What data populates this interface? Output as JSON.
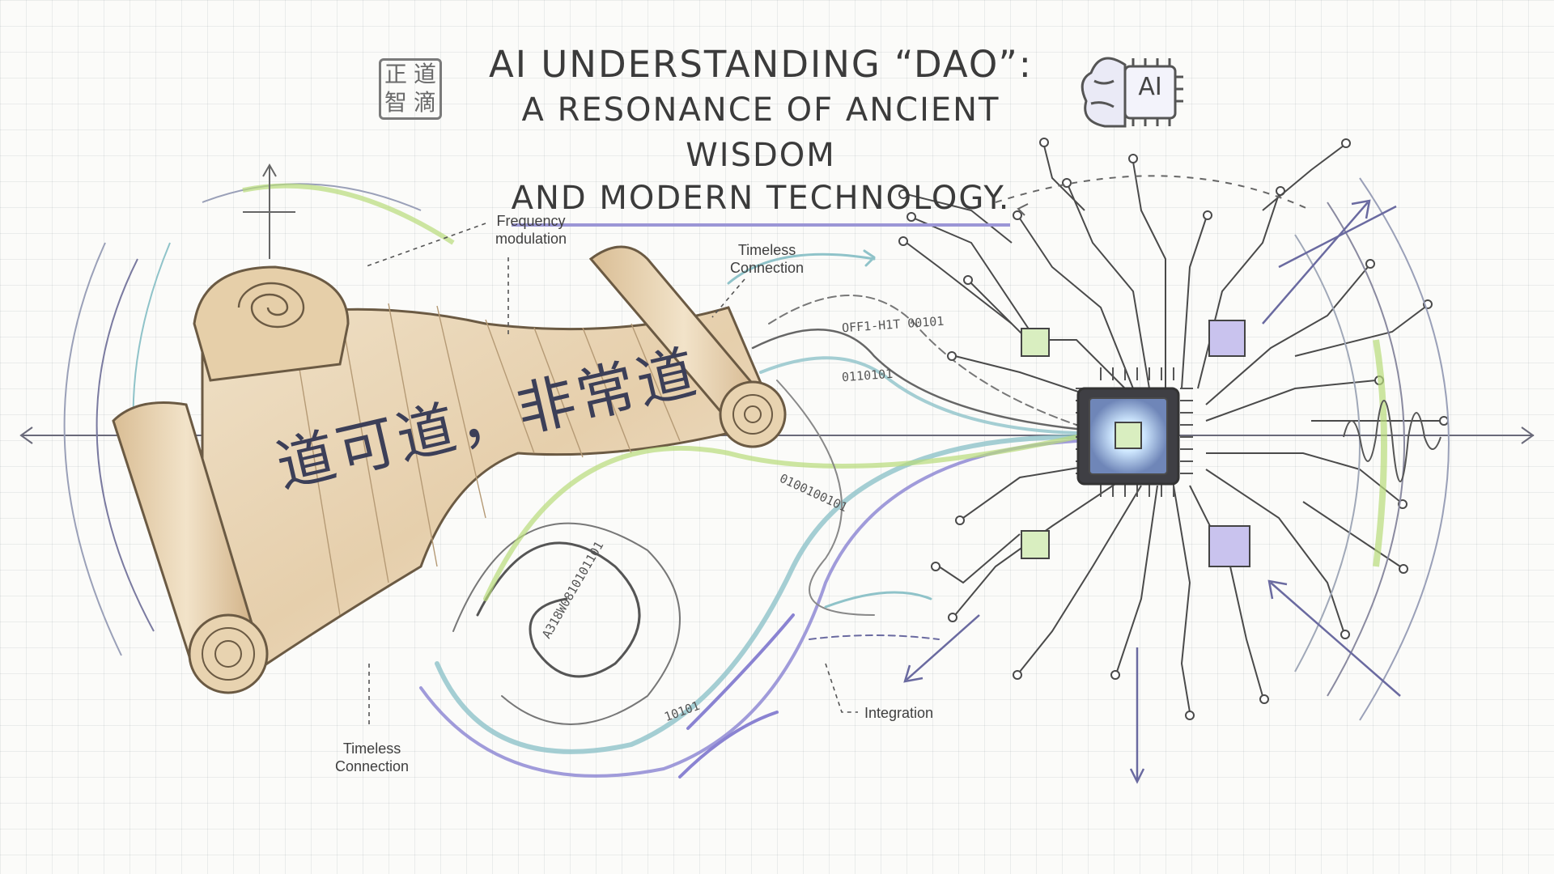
{
  "title": {
    "line1": "AI Understanding “DAO”:",
    "line2": "A Resonance of Ancient Wisdom",
    "line3": "and Modern Technology."
  },
  "seal_chars": [
    "正",
    "道",
    "智",
    "滴"
  ],
  "ai_badge": "AI",
  "scroll_text": "道可道，非常道",
  "annotations": {
    "frequency_modulation": [
      "Frequency",
      "modulation"
    ],
    "timeless_connection_top": [
      "Timeless",
      "Connection"
    ],
    "timeless_connection_bottom": [
      "Timeless",
      "Connection"
    ],
    "integration": "Integration"
  },
  "binary_labels": {
    "a": "OFF1-H1T 00101",
    "b": "0110101",
    "c": "0100100101",
    "d": "A318W0810101101",
    "e": "10101"
  },
  "colors": {
    "ink": "#3a3a3a",
    "purple": "#8a83d2",
    "green": "#b8dc7a",
    "teal": "#8fc3c9",
    "parchment": "#ead7b9",
    "chip_glow": "#cfe8ff"
  }
}
